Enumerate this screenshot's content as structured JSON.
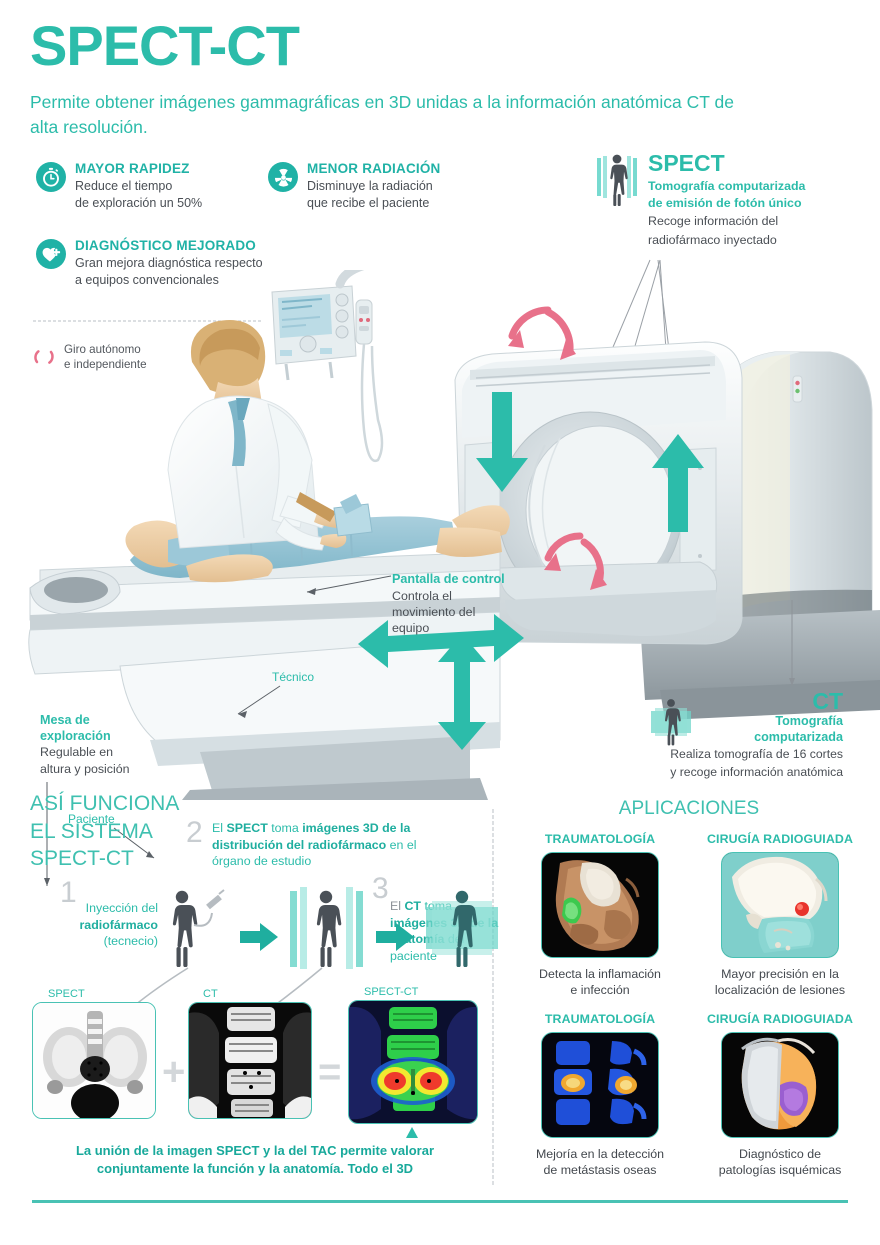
{
  "hero": {
    "title": "SPECT-CT",
    "subtitle": "Permite obtener imágenes gammagráficas en 3D unidas a la información anatómica CT de alta resolución."
  },
  "features": [
    {
      "icon": "stopwatch-icon",
      "heading": "MAYOR RAPIDEZ",
      "line1": "Reduce el tiempo",
      "line2": "de exploración un 50%"
    },
    {
      "icon": "radiation-icon",
      "heading": "MENOR RADIACIÓN",
      "line1": "Disminuye la radiación",
      "line2": "que recibe el paciente"
    },
    {
      "icon": "heart-plus-icon",
      "heading": "DIAGNÓSTICO MEJORADO",
      "line1": "Gran mejora diagnóstica respecto",
      "line2": "a equipos convencionales"
    }
  ],
  "spect_callout": {
    "icon": "human-body-scan-icon",
    "title": "SPECT",
    "teal_line1": "Tomografía computarizada",
    "teal_line2": "de emisión de fotón único",
    "gray_line1": "Recoge información del",
    "gray_line2": "radiofármaco inyectado"
  },
  "rotation_note": {
    "icon": "rotation-arrows-icon",
    "line1": "Giro autónomo",
    "line2": "e independiente"
  },
  "illustration_labels": {
    "pantalla": {
      "heading": "Pantalla de control",
      "line1": "Controla el",
      "line2": "movimiento del",
      "line3": "equipo"
    },
    "tecnico": "Técnico",
    "mesa": {
      "heading_line1": "Mesa de",
      "heading_line2": "exploración",
      "line1": "Regulable en",
      "line2": "altura y posición"
    },
    "paciente": "Paciente"
  },
  "ct_callout": {
    "icon": "human-body-ct-icon",
    "title": "CT",
    "teal_line1": "Tomografía",
    "teal_line2": "computarizada",
    "gray_line1": "Realiza tomografía de 16 cortes",
    "gray_line2": "y recoge información anatómica"
  },
  "how_it_works": {
    "section_title_line1": "ASÍ FUNCIONA",
    "section_title_line2": "EL SISTEMA",
    "section_title_line3": "SPECT-CT",
    "steps": [
      {
        "number": "1",
        "parts": [
          {
            "text": "Inyección del",
            "style": "teal"
          },
          {
            "text": "radiofármaco",
            "style": "bold"
          },
          {
            "text": "(tecnecio)",
            "style": "teal"
          }
        ]
      },
      {
        "number": "2",
        "parts": [
          {
            "text": "El ",
            "style": "teal"
          },
          {
            "text": "SPECT",
            "style": "bold"
          },
          {
            "text": " toma ",
            "style": "teal"
          },
          {
            "text": "imágenes 3D de la distribución del radiofármaco",
            "style": "bold"
          },
          {
            "text": " en el órgano de estudio",
            "style": "teal"
          }
        ]
      },
      {
        "number": "3",
        "parts": [
          {
            "text": "El ",
            "style": "gray"
          },
          {
            "text": "CT",
            "style": "bold"
          },
          {
            "text": " toma ",
            "style": "teal"
          },
          {
            "text": "imágenes 3D de la anatomía",
            "style": "bold"
          },
          {
            "text": " del paciente",
            "style": "teal"
          }
        ]
      }
    ],
    "scans": [
      {
        "caption": "SPECT",
        "kind": "spect-scan-image"
      },
      {
        "caption": "CT",
        "kind": "ct-scan-image"
      },
      {
        "caption": "SPECT-CT",
        "kind": "fused-scan-image"
      }
    ],
    "operators": {
      "plus": "+",
      "equals": "="
    },
    "conclusion_line1": "La unión de la imagen SPECT y la del TAC permite valorar",
    "conclusion_line2": "conjuntamente la función y la anatomía. Todo el 3D"
  },
  "applications": {
    "title": "APLICACIONES",
    "items": [
      {
        "heading": "TRAUMATOLOGÍA",
        "image": "foot-3d-render-image",
        "caption_line1": "Detecta la inflamación",
        "caption_line2": "e infección"
      },
      {
        "heading": "CIRUGÍA RADIOGUIADA",
        "image": "skull-3d-render-image",
        "caption_line1": "Mayor precisión en la",
        "caption_line2": "localización de lesiones"
      },
      {
        "heading": "TRAUMATOLOGÍA",
        "image": "spine-metastasis-image",
        "caption_line1": "Mejoría en la detección",
        "caption_line2": "de metástasis oseas"
      },
      {
        "heading": "CIRUGÍA RADIOGUIADA",
        "image": "heart-perfusion-image",
        "caption_line1": "Diagnóstico de",
        "caption_line2": "patologías isquémicas"
      }
    ]
  },
  "colors": {
    "teal": "#2CBCAA",
    "teal_dark": "#18A99B",
    "teal_icon": "#20B2A6",
    "pink": "#E8718A",
    "gray_text": "#4a4f55",
    "gray_light": "#c8cdd1"
  }
}
